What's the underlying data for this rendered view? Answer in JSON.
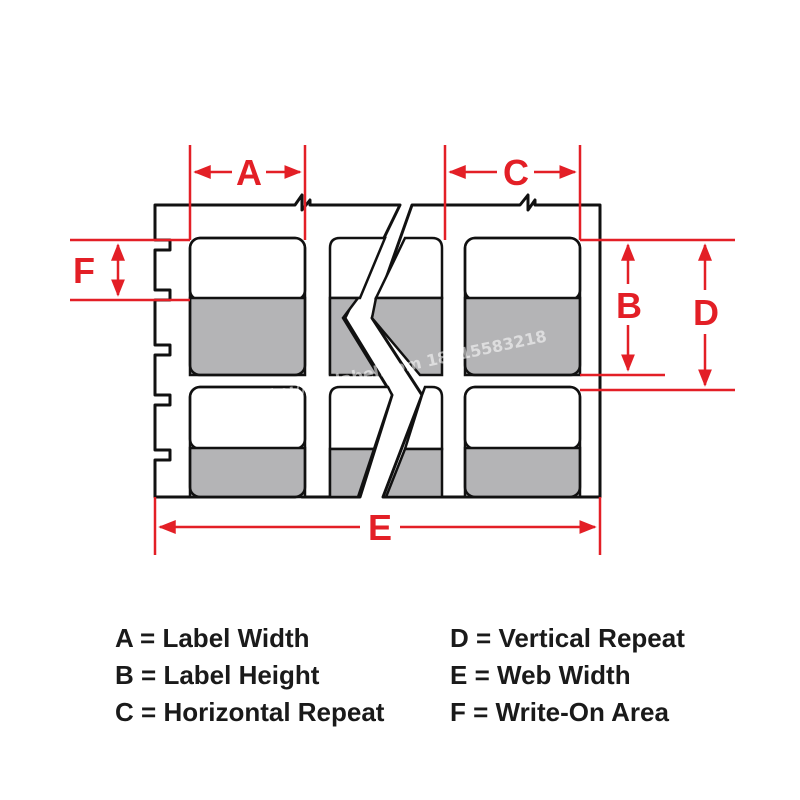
{
  "dimensions": {
    "A": "A",
    "B": "B",
    "C": "C",
    "D": "D",
    "E": "E",
    "F": "F"
  },
  "watermark": "博尔杰 http://prelabel.com 18015583218",
  "legend": [
    {
      "key": "A",
      "eq": "=",
      "label": "Label Width"
    },
    {
      "key": "B",
      "eq": "=",
      "label": "Label Height"
    },
    {
      "key": "C",
      "eq": "=",
      "label": "Horizontal Repeat"
    },
    {
      "key": "D",
      "eq": "=",
      "label": "Vertical Repeat"
    },
    {
      "key": "E",
      "eq": "=",
      "label": "Web Width"
    },
    {
      "key": "F",
      "eq": "=",
      "label": "Write-On Area"
    }
  ],
  "colors": {
    "dimension": "#e31f26",
    "outline": "#111111",
    "write_on_fill": "#ffffff",
    "print_fill": "#b4b4b6"
  }
}
